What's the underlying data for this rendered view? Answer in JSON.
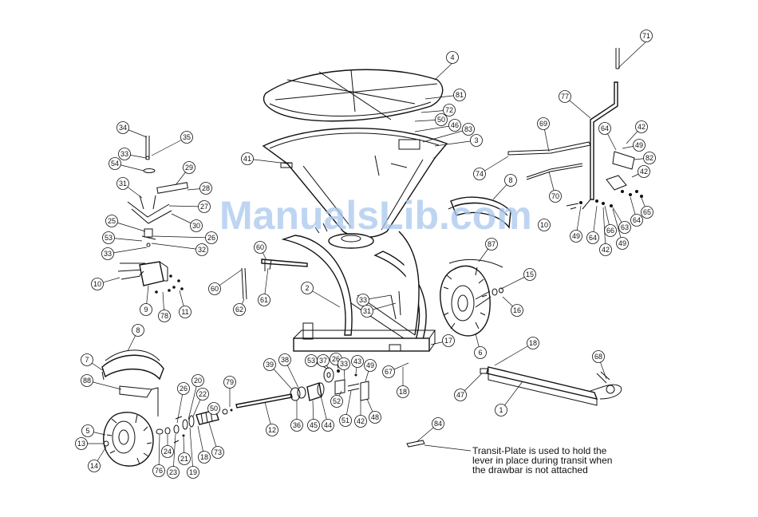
{
  "watermark": "ManualsLib.com",
  "note": {
    "lines": [
      "Transit-Plate is used to hold the",
      "lever in place during transit when",
      "the drawbar is not attached"
    ]
  },
  "callouts": [
    {
      "id": "c71",
      "label": "71"
    },
    {
      "id": "c4",
      "label": "4"
    },
    {
      "id": "c81",
      "label": "81"
    },
    {
      "id": "c72",
      "label": "72"
    },
    {
      "id": "c50a",
      "label": "50"
    },
    {
      "id": "c46",
      "label": "46"
    },
    {
      "id": "c83",
      "label": "83"
    },
    {
      "id": "c3",
      "label": "3"
    },
    {
      "id": "c77",
      "label": "77"
    },
    {
      "id": "c69",
      "label": "69"
    },
    {
      "id": "c64a",
      "label": "64"
    },
    {
      "id": "c42a",
      "label": "42"
    },
    {
      "id": "c49a",
      "label": "49"
    },
    {
      "id": "c82",
      "label": "82"
    },
    {
      "id": "c42b",
      "label": "42"
    },
    {
      "id": "c74",
      "label": "74"
    },
    {
      "id": "c70",
      "label": "70"
    },
    {
      "id": "c8a",
      "label": "8"
    },
    {
      "id": "c10a",
      "label": "10"
    },
    {
      "id": "c49b",
      "label": "49"
    },
    {
      "id": "c64b",
      "label": "64"
    },
    {
      "id": "c66",
      "label": "66"
    },
    {
      "id": "c63",
      "label": "63"
    },
    {
      "id": "c64c",
      "label": "64"
    },
    {
      "id": "c65",
      "label": "65"
    },
    {
      "id": "c42c",
      "label": "42"
    },
    {
      "id": "c49c",
      "label": "49"
    },
    {
      "id": "c41",
      "label": "41"
    },
    {
      "id": "c34",
      "label": "34"
    },
    {
      "id": "c35",
      "label": "35"
    },
    {
      "id": "c33a",
      "label": "33"
    },
    {
      "id": "c54",
      "label": "54"
    },
    {
      "id": "c29",
      "label": "29"
    },
    {
      "id": "c31a",
      "label": "31"
    },
    {
      "id": "c28",
      "label": "28"
    },
    {
      "id": "c27",
      "label": "27"
    },
    {
      "id": "c30",
      "label": "30"
    },
    {
      "id": "c25",
      "label": "25"
    },
    {
      "id": "c26a",
      "label": "26"
    },
    {
      "id": "c53a",
      "label": "53"
    },
    {
      "id": "c32",
      "label": "32"
    },
    {
      "id": "c33b",
      "label": "33"
    },
    {
      "id": "c10b",
      "label": "10"
    },
    {
      "id": "c9",
      "label": "9"
    },
    {
      "id": "c78",
      "label": "78"
    },
    {
      "id": "c11",
      "label": "11"
    },
    {
      "id": "c60a",
      "label": "60"
    },
    {
      "id": "c60b",
      "label": "60"
    },
    {
      "id": "c62",
      "label": "62"
    },
    {
      "id": "c61",
      "label": "61"
    },
    {
      "id": "c2",
      "label": "2"
    },
    {
      "id": "c33c",
      "label": "33"
    },
    {
      "id": "c31b",
      "label": "31"
    },
    {
      "id": "c87",
      "label": "87"
    },
    {
      "id": "c15",
      "label": "15"
    },
    {
      "id": "c16",
      "label": "16"
    },
    {
      "id": "c6",
      "label": "6"
    },
    {
      "id": "c17",
      "label": "17"
    },
    {
      "id": "c18a",
      "label": "18"
    },
    {
      "id": "c68",
      "label": "68"
    },
    {
      "id": "c67",
      "label": "67"
    },
    {
      "id": "c18b",
      "label": "18"
    },
    {
      "id": "c47",
      "label": "47"
    },
    {
      "id": "c1",
      "label": "1"
    },
    {
      "id": "c8b",
      "label": "8"
    },
    {
      "id": "c7",
      "label": "7"
    },
    {
      "id": "c88",
      "label": "88"
    },
    {
      "id": "c5",
      "label": "5"
    },
    {
      "id": "c13",
      "label": "13"
    },
    {
      "id": "c14",
      "label": "14"
    },
    {
      "id": "c20",
      "label": "20"
    },
    {
      "id": "c26b",
      "label": "26"
    },
    {
      "id": "c22",
      "label": "22"
    },
    {
      "id": "c79",
      "label": "79"
    },
    {
      "id": "c50b",
      "label": "50"
    },
    {
      "id": "c24",
      "label": "24"
    },
    {
      "id": "c76",
      "label": "76"
    },
    {
      "id": "c23",
      "label": "23"
    },
    {
      "id": "c21",
      "label": "21"
    },
    {
      "id": "c19",
      "label": "19"
    },
    {
      "id": "c18c",
      "label": "18"
    },
    {
      "id": "c73",
      "label": "73"
    },
    {
      "id": "c12",
      "label": "12"
    },
    {
      "id": "c39",
      "label": "39"
    },
    {
      "id": "c38",
      "label": "38"
    },
    {
      "id": "c36",
      "label": "36"
    },
    {
      "id": "c45",
      "label": "45"
    },
    {
      "id": "c44",
      "label": "44"
    },
    {
      "id": "c53b",
      "label": "53"
    },
    {
      "id": "c37",
      "label": "37"
    },
    {
      "id": "c26c",
      "label": "26"
    },
    {
      "id": "c33d",
      "label": "33"
    },
    {
      "id": "c43",
      "label": "43"
    },
    {
      "id": "c49d",
      "label": "49"
    },
    {
      "id": "c52",
      "label": "52"
    },
    {
      "id": "c51",
      "label": "51"
    },
    {
      "id": "c42d",
      "label": "42"
    },
    {
      "id": "c48",
      "label": "48"
    },
    {
      "id": "c84",
      "label": "84"
    }
  ]
}
